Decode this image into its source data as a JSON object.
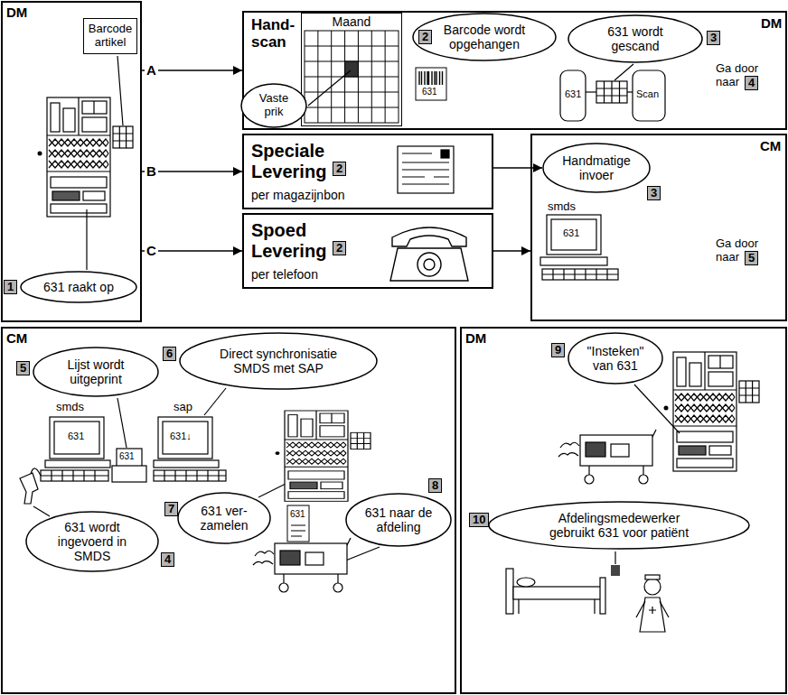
{
  "diagram": {
    "nodes": [
      {
        "text": [
          "DM"
        ]
      },
      {
        "text": [
          "Barcode artikel"
        ],
        "in": 0
      },
      {
        "text": [
          "631 raakt op"
        ],
        "in": 0
      },
      {
        "text": [
          "Hand- scan",
          "DM"
        ]
      },
      {
        "text": [
          "Maand"
        ],
        "in": 3
      },
      {
        "text": [
          "Vaste prik"
        ],
        "in": 3
      },
      {
        "text": [
          "Barcode wordt opgehangen"
        ],
        "in": 3
      },
      {
        "text": [
          "631 wordt gescand"
        ],
        "in": 3
      },
      {
        "text": [
          "Speciale Levering",
          "per magazijnbon"
        ]
      },
      {
        "text": [
          "Spoed Levering",
          "per telefoon"
        ]
      },
      {
        "text": [
          "CM"
        ]
      },
      {
        "text": [
          "Handmatige invoer"
        ],
        "in": 10
      },
      {
        "text": [
          "CM"
        ]
      },
      {
        "text": [
          "Lijst wordt uitgeprint"
        ],
        "in": 12
      },
      {
        "text": [
          "Direct synchronisatie SMDS met SAP"
        ],
        "in": 12
      },
      {
        "text": [
          "631 wordt ingevoerd in SMDS"
        ],
        "in": 12
      },
      {
        "text": [
          "631 ver- zamelen"
        ],
        "in": 12
      },
      {
        "text": [
          "631 naar de afdeling"
        ],
        "in": 12
      },
      {
        "text": [
          "DM"
        ]
      },
      {
        "text": [
          "\"Insteken\" van 631"
        ],
        "in": 18
      },
      {
        "text": [
          "Afdelingsmedewerker gebruikt 631 voor patiënt"
        ],
        "in": 18
      }
    ],
    "edges": [
      {
        "from": 0,
        "to": 3,
        "arrow": "to",
        "label": "A"
      },
      {
        "from": 0,
        "to": 8,
        "arrow": "to",
        "label": "B"
      },
      {
        "from": 0,
        "to": 9,
        "arrow": "to",
        "label": "C"
      },
      {
        "from": 8,
        "to": 11,
        "arrow": "to"
      },
      {
        "from": 9,
        "to": 10,
        "arrow": "to"
      }
    ],
    "labels": [
      "1",
      "2",
      "631",
      "3",
      "631",
      "Scan",
      "Ga door naar",
      "4",
      "2",
      "2",
      "3",
      "smds",
      "631",
      "Ga door naar",
      "5",
      "5",
      "6",
      "smds",
      "sap",
      "631",
      "631",
      "631↓",
      "4",
      "7",
      "631",
      "8",
      "9",
      "10"
    ]
  }
}
